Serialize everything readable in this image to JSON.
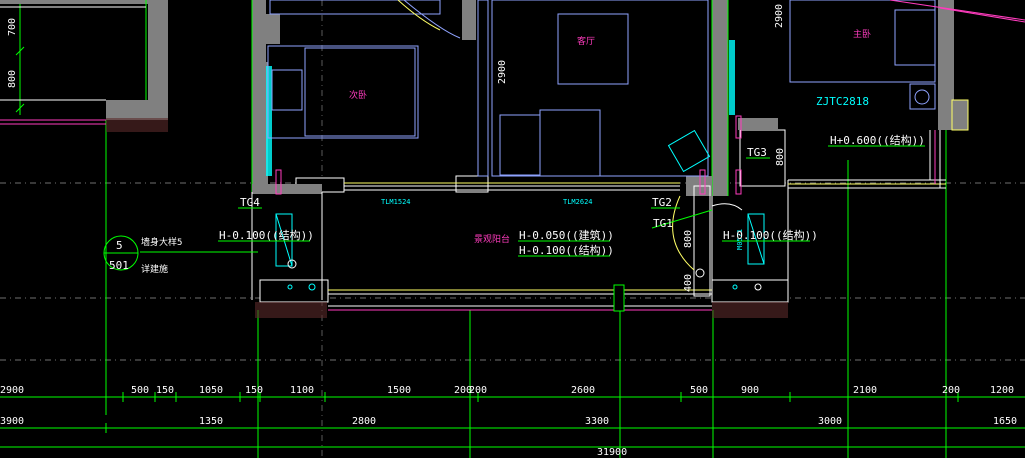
{
  "colors": {
    "background": "#000000",
    "wall": "#808080",
    "wall_edge": "#00ff00",
    "dimension": "#00ff00",
    "annotation": "#ffffff",
    "window_tag": "#00ffff",
    "room_label": "#ff3cbe",
    "furniture": "#8fa3ff"
  },
  "room_labels": {
    "second_bedroom": "次卧",
    "living_room": "客厅",
    "master_bedroom": "主卧",
    "balcony": "景观阳台"
  },
  "window_tags": {
    "zjtc": "ZJTC2818",
    "tlm1": "TLM1524",
    "tlm2": "TLM2624"
  },
  "tg_labels": {
    "tg1": "TG1",
    "tg2": "TG2",
    "tg3": "TG3",
    "tg4": "TG4"
  },
  "elevations": {
    "left_struct": "H-0.100((结构))",
    "right_struct": "H-0.100((结构))",
    "top_right": "H+0.600((结构))",
    "center_arch": "H-0.050((建筑))",
    "center_struct": "H-0.100((结构))"
  },
  "detail_callout": {
    "number": "5",
    "sheet": "501",
    "note_line1": "墙身大样5",
    "note_line2": "详建施"
  },
  "vertical_dims": [
    "700",
    "800",
    "2900",
    "2900",
    "800",
    "800",
    "400"
  ],
  "dim_row1": [
    "2900",
    "500",
    "150",
    "1050",
    "150",
    "1100",
    "1500",
    "200",
    "200",
    "2600",
    "500",
    "900",
    "2100",
    "200",
    "1200"
  ],
  "dim_row2": [
    "3900",
    "1350",
    "2800",
    "3300",
    "3000",
    "1650"
  ],
  "total_dim": "31900",
  "door_tag": "M0521"
}
